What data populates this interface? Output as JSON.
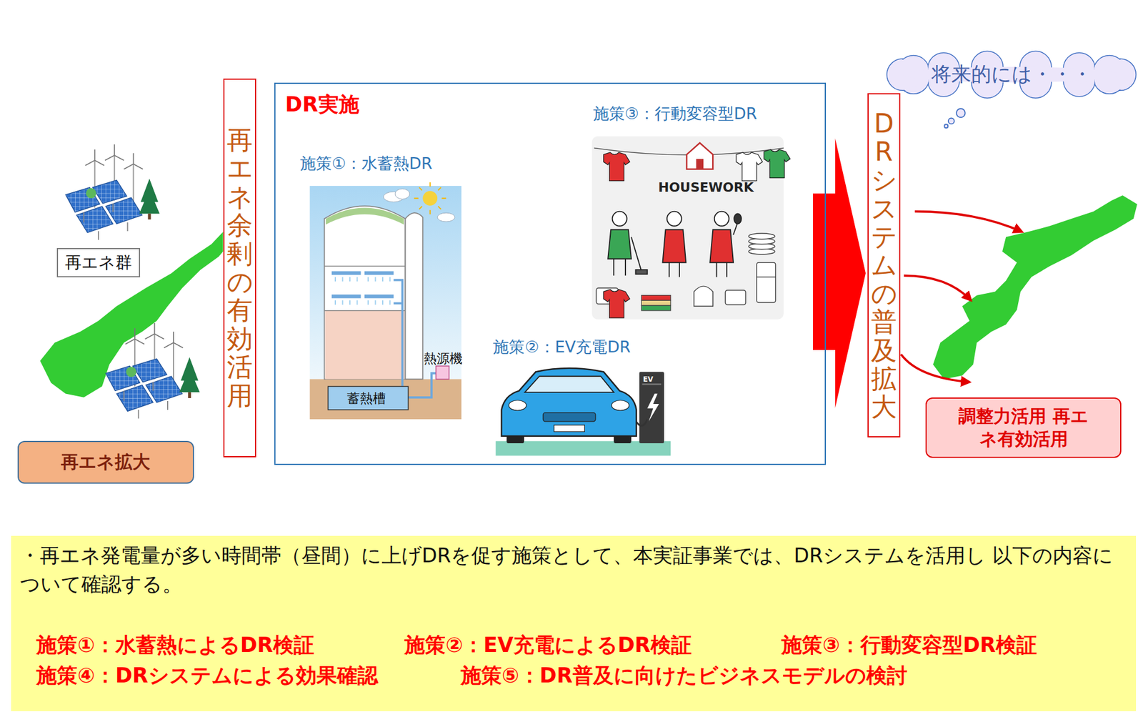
{
  "diagram": {
    "nodes": [
      {
        "text": [
          "再エネ群"
        ]
      },
      {
        "text": [
          "再エネ拡大"
        ]
      },
      {
        "text": [
          "再エネ余剰の有効活用"
        ]
      },
      {
        "text": [
          "DR実施"
        ]
      },
      {
        "text": [
          "施策③：行動変容型DR"
        ],
        "in": 3
      },
      {
        "text": [
          "施策①：水蓄熱DR"
        ],
        "in": 3
      },
      {
        "text": [
          "施策②：EV充電DR"
        ],
        "in": 3
      },
      {
        "text": [
          "DRシステムの普及拡大"
        ]
      },
      {
        "text": [
          "将来的には・・・"
        ]
      },
      {
        "text": [
          "調整力活用 再エネ有効活用"
        ]
      },
      {
        "text": [
          "・再エネ発電量が多い時間帯（昼間）に上げDRを促す施策として、本実証事業では、DRシステムを活用し 以下の内容について確認する。",
          "施策①：水蓄熱によるDR検証",
          "施策②：EV充電によるDR検証",
          "施策③：行動変容型DR検証",
          "施策④：DRシステムによる効果確認",
          "施策⑤：DR普及に向けたビジネスモデルの検討"
        ]
      }
    ],
    "edges": [
      {
        "from": 3,
        "to": 7,
        "arrow": "to"
      }
    ],
    "labels": [
      "熱源機",
      "蓄熱槽",
      "HOUSEWORK",
      "EV"
    ]
  }
}
